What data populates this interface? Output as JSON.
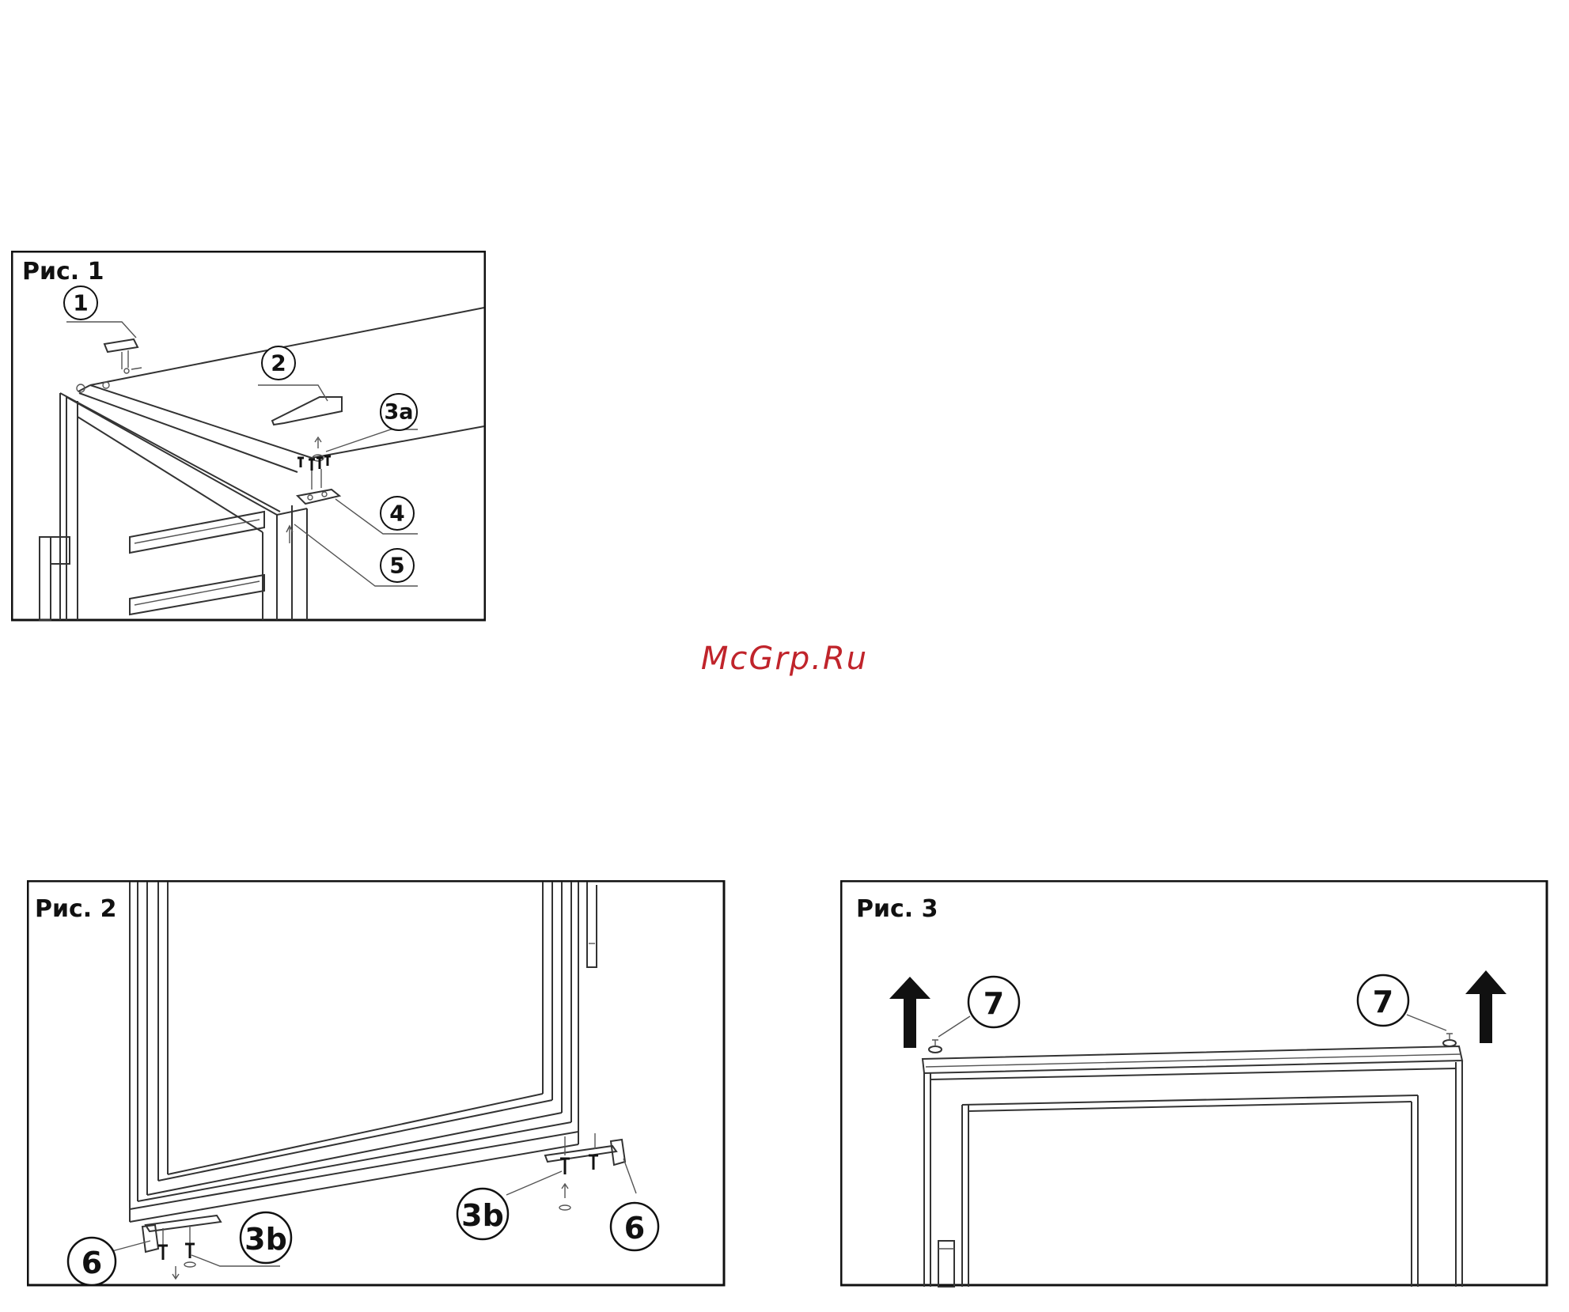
{
  "watermark": "McGrp.Ru",
  "figures": [
    {
      "title": "Рис. 1",
      "callouts": [
        "1",
        "2",
        "3a",
        "4",
        "5"
      ]
    },
    {
      "title": "Рис. 2",
      "callouts": [
        "6",
        "3b",
        "3b",
        "6"
      ]
    },
    {
      "title": "Рис. 3",
      "callouts": [
        "7",
        "7"
      ]
    }
  ]
}
